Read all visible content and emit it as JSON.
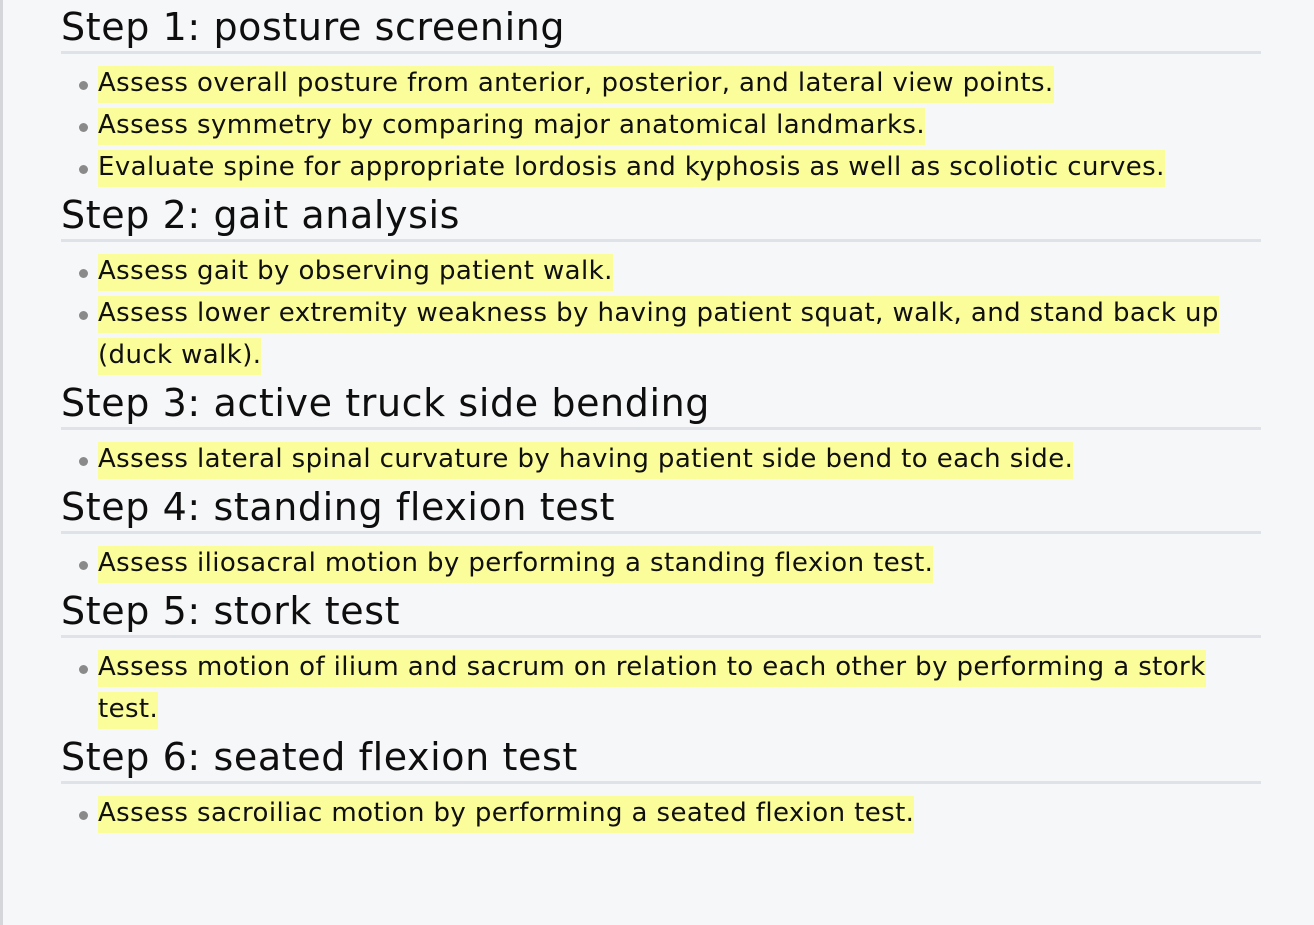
{
  "sections": [
    {
      "heading": "Step 1: posture screening",
      "items": [
        "Assess overall posture from anterior, posterior, and lateral view points.",
        "Assess symmetry by comparing major anatomical landmarks.",
        "Evaluate spine for appropriate lordosis and kyphosis as well as scoliotic curves."
      ]
    },
    {
      "heading": "Step 2: gait analysis",
      "items": [
        "Assess gait by observing patient walk.",
        "Assess lower extremity weakness by having patient squat, walk, and stand back up (duck walk)."
      ]
    },
    {
      "heading": "Step 3: active truck side bending",
      "items": [
        "Assess lateral spinal curvature by having patient side bend to each side."
      ]
    },
    {
      "heading": "Step 4: standing flexion test",
      "items": [
        "Assess iliosacral motion by performing a standing flexion test."
      ]
    },
    {
      "heading": "Step 5: stork test",
      "items": [
        "Assess motion of ilium and sacrum on relation to each other by performing a stork test."
      ]
    },
    {
      "heading": "Step 6: seated flexion test",
      "items": [
        "Assess sacroiliac motion by performing a seated flexion test."
      ]
    }
  ],
  "colors": {
    "highlight": "#fbfc9a",
    "background": "#f6f7f9",
    "rule": "#dfe2e8",
    "bullet": "#8a8a8a"
  }
}
